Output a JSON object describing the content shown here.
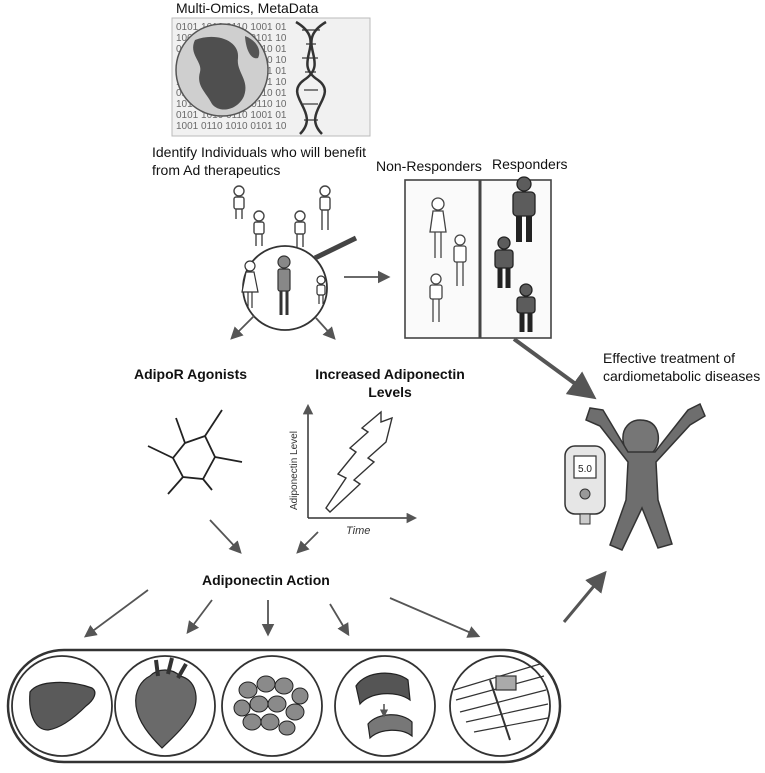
{
  "labels": {
    "multiomics": "Multi-Omics, MetaData",
    "identify_line1": "Identify Individuals who will benefit",
    "identify_line2": "from Ad therapeutics",
    "non_responders": "Non-Responders",
    "responders": "Responders",
    "effective_line1": "Effective treatment of",
    "effective_line2": "cardiometabolic diseases",
    "adipor_agonists": "AdipoR Agonists",
    "increased_line1": "Increased Adiponectin",
    "increased_line2": "Levels",
    "graph_ylabel": "Adiponectin Level",
    "graph_xlabel": "Time",
    "adiponectin_action": "Adiponectin Action",
    "glucometer_reading": "5.0"
  },
  "binary_rows": [
    "0101 1010 0110 1001 01",
    "1001 0110 1010 0101 10",
    "0110 1001 0101 1010 01",
    "1010 0101 1001 0110 10",
    "0101 1010 0110 1001 01",
    "1001 0110 1010 0101 10",
    "0110 1001 0101 1010 01",
    "1010 0101 1001 0110 10",
    "0101 1010 0110 1001 01",
    "1001 0110 1010 0101 10"
  ],
  "colors": {
    "ink": "#3a3a3a",
    "shade": "#7a7a7a",
    "arrow": "#555555"
  }
}
